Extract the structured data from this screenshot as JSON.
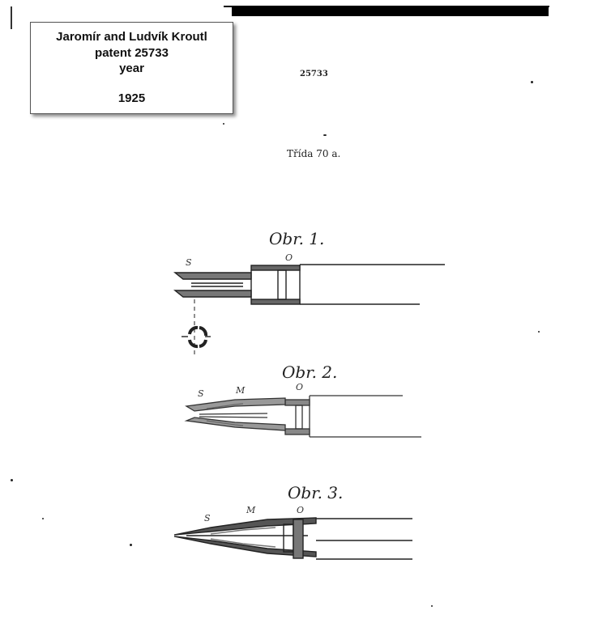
{
  "label_box": {
    "line1": "Jaromír and Ludvík Kroutl",
    "line2": "patent 25733",
    "line3": "year",
    "line4": "1925"
  },
  "patent_number": "25733",
  "class_text": "Třída 70 a.",
  "figures": [
    {
      "title": "Obr. 1.",
      "labels": [
        "S",
        "O"
      ]
    },
    {
      "title": "Obr. 2.",
      "labels": [
        "S",
        "M",
        "O"
      ]
    },
    {
      "title": "Obr. 3.",
      "labels": [
        "S",
        "M",
        "O"
      ]
    }
  ]
}
